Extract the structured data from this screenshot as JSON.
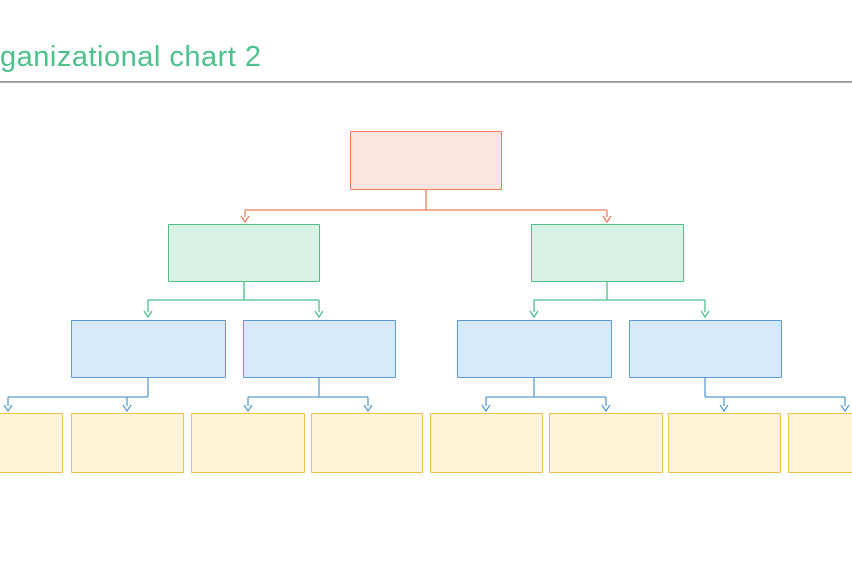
{
  "header": {
    "title": "ganizational chart 2"
  },
  "colors": {
    "background": "#ffffff",
    "title_text": "#4ec08c",
    "divider": "#9a9a9a",
    "level1_border": "#ed7d5b",
    "level1_fill": "#fbe5de",
    "level2_border": "#4cbe8e",
    "level2_fill": "#d9f2e6",
    "level3_border": "#5b9bd5",
    "level3_fill": "#d6e9f8",
    "level4_border": "#f0c04e",
    "level4_fill": "#fdf3d6"
  },
  "org_chart": {
    "type": "org-tree",
    "description": "Four-level organizational chart of empty (unlabeled) boxes connected by elbow arrows; leftmost and rightmost bottom boxes are clipped by the image edges",
    "levels": [
      {
        "level": 1,
        "count": 1,
        "color_role": "red"
      },
      {
        "level": 2,
        "count": 2,
        "color_role": "green"
      },
      {
        "level": 3,
        "count": 4,
        "color_role": "blue"
      },
      {
        "level": 4,
        "count": 8,
        "color_role": "yellow"
      }
    ],
    "nodes": [
      {
        "id": "L1-1",
        "level": 1,
        "label": ""
      },
      {
        "id": "L2-1",
        "level": 2,
        "label": ""
      },
      {
        "id": "L2-2",
        "level": 2,
        "label": ""
      },
      {
        "id": "L3-1",
        "level": 3,
        "label": ""
      },
      {
        "id": "L3-2",
        "level": 3,
        "label": ""
      },
      {
        "id": "L3-3",
        "level": 3,
        "label": ""
      },
      {
        "id": "L3-4",
        "level": 3,
        "label": ""
      },
      {
        "id": "L4-1",
        "level": 4,
        "label": ""
      },
      {
        "id": "L4-2",
        "level": 4,
        "label": ""
      },
      {
        "id": "L4-3",
        "level": 4,
        "label": ""
      },
      {
        "id": "L4-4",
        "level": 4,
        "label": ""
      },
      {
        "id": "L4-5",
        "level": 4,
        "label": ""
      },
      {
        "id": "L4-6",
        "level": 4,
        "label": ""
      },
      {
        "id": "L4-7",
        "level": 4,
        "label": ""
      },
      {
        "id": "L4-8",
        "level": 4,
        "label": ""
      }
    ],
    "edges": [
      [
        "L1-1",
        "L2-1"
      ],
      [
        "L1-1",
        "L2-2"
      ],
      [
        "L2-1",
        "L3-1"
      ],
      [
        "L2-1",
        "L3-2"
      ],
      [
        "L2-2",
        "L3-3"
      ],
      [
        "L2-2",
        "L3-4"
      ],
      [
        "L3-1",
        "L4-1"
      ],
      [
        "L3-1",
        "L4-2"
      ],
      [
        "L3-2",
        "L4-3"
      ],
      [
        "L3-2",
        "L4-4"
      ],
      [
        "L3-3",
        "L4-5"
      ],
      [
        "L3-3",
        "L4-6"
      ],
      [
        "L3-4",
        "L4-7"
      ],
      [
        "L3-4",
        "L4-8"
      ]
    ]
  }
}
